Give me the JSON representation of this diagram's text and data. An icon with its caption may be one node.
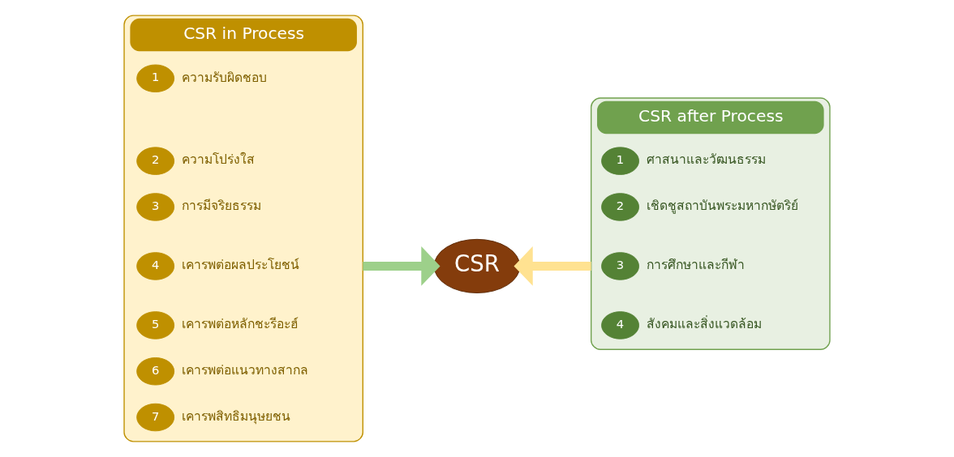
{
  "diagram": {
    "nodes": [
      {
        "text": [
          "CSR in Process"
        ]
      },
      {
        "text": [
          "1"
        ],
        "beside": [
          "ความรับผิดชอบ"
        ],
        "in": 0
      },
      {
        "text": [
          "2"
        ],
        "beside": [
          "ความโปร่งใส"
        ],
        "in": 0
      },
      {
        "text": [
          "3"
        ],
        "beside": [
          "การมีจริยธรรม"
        ],
        "in": 0
      },
      {
        "text": [
          "4"
        ],
        "beside": [
          "เคารพต่อผลประโยชน์"
        ],
        "in": 0
      },
      {
        "text": [
          "5"
        ],
        "beside": [
          "เคารพต่อหลักชะรีอะฮ์"
        ],
        "in": 0
      },
      {
        "text": [
          "6"
        ],
        "beside": [
          "เคารพต่อแนวทางสากล"
        ],
        "in": 0
      },
      {
        "text": [
          "7"
        ],
        "beside": [
          "เคารพสิทธิมนุษยชน"
        ],
        "in": 0
      },
      {
        "text": [
          "CSR"
        ]
      },
      {
        "text": [
          "CSR after Process"
        ]
      },
      {
        "text": [
          "1"
        ],
        "beside": [
          "ศาสนาและวัฒนธรรม"
        ],
        "in": 9
      },
      {
        "text": [
          "2"
        ],
        "beside": [
          "เชิดชูสถาบันพระมหากษัตริย์"
        ],
        "in": 9
      },
      {
        "text": [
          "3"
        ],
        "beside": [
          "การศึกษาและกีฬา"
        ],
        "in": 9
      },
      {
        "text": [
          "4"
        ],
        "beside": [
          "สังคมและสิ่งแวดล้อม"
        ],
        "in": 9
      }
    ],
    "edges": [
      {
        "from": 0,
        "to": 8,
        "arrow": "to",
        "color": "#9dd08a"
      },
      {
        "from": 9,
        "to": 8,
        "arrow": "to",
        "color": "#ffe291"
      }
    ]
  }
}
